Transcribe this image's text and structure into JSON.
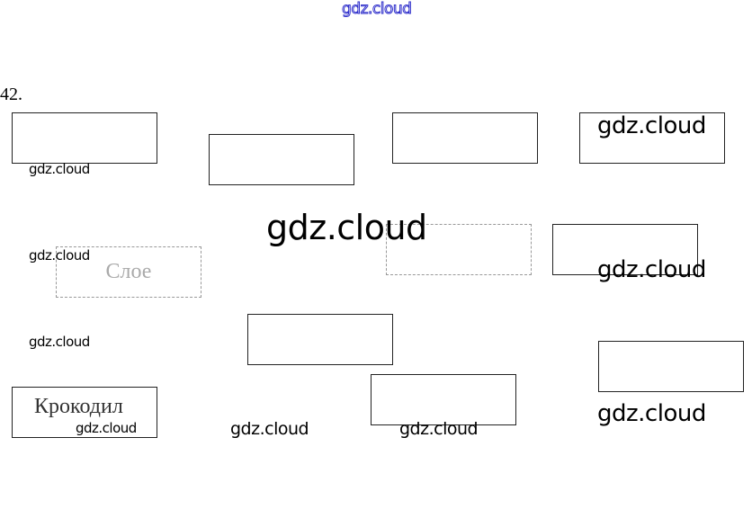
{
  "header_watermark": "gdz.cloud",
  "exercise_number": "42.",
  "boxes": [
    "",
    "",
    "",
    "",
    "Слое",
    "",
    "",
    "",
    "",
    "Крокодил",
    ""
  ],
  "watermark": "gdz.cloud",
  "colors": {
    "header_watermark": "#3333cc"
  }
}
